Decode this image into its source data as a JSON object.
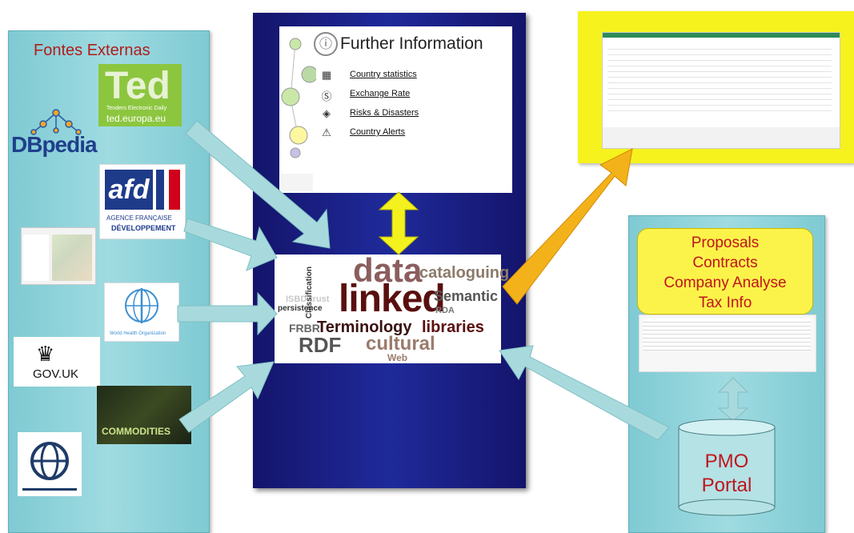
{
  "left_panel": {
    "title": "Fontes Externas",
    "logos": {
      "ted_name": "Ted",
      "ted_sub": "Tenders Electronic Daily",
      "ted_url": "ted.europa.eu",
      "dbpedia": "DBpedia",
      "afd_mark": "afd",
      "afd_name_line1": "AGENCE FRANÇAISE",
      "afd_name_line2": "DÉVELOPPEMENT",
      "who_name": "World Health Organization",
      "gov_uk": "GOV.UK",
      "commodities": "COMMODITIES"
    }
  },
  "further_info": {
    "title": "Further Information",
    "links": [
      {
        "icon": "country-statistics-icon",
        "label": "Country statistics"
      },
      {
        "icon": "exchange-rate-icon",
        "label": "Exchange Rate"
      },
      {
        "icon": "risks-icon",
        "label": "Risks & Disasters"
      },
      {
        "icon": "alert-icon",
        "label": "Country Alerts"
      }
    ]
  },
  "word_cloud": {
    "words": [
      "data",
      "cataloguing",
      "linked",
      "Semantic",
      "persistence",
      "ISBD",
      "trust",
      "Classification",
      "RDA",
      "FRBR",
      "Terminology",
      "libraries",
      "RDF",
      "cultural",
      "Web"
    ]
  },
  "right_panel": {
    "proposals_lines": [
      "Proposals",
      "Contracts",
      "Company Analyse",
      "Tax Info"
    ],
    "pmo_lines": [
      "PMO",
      "Portal"
    ]
  },
  "colors": {
    "panel": "#8fd3d9",
    "center": "#1a1f86",
    "yellow": "#f6f21e",
    "accent_red": "#c0141c",
    "arrow": "#a8dadd",
    "orange_arrow": "#f3b21a"
  }
}
